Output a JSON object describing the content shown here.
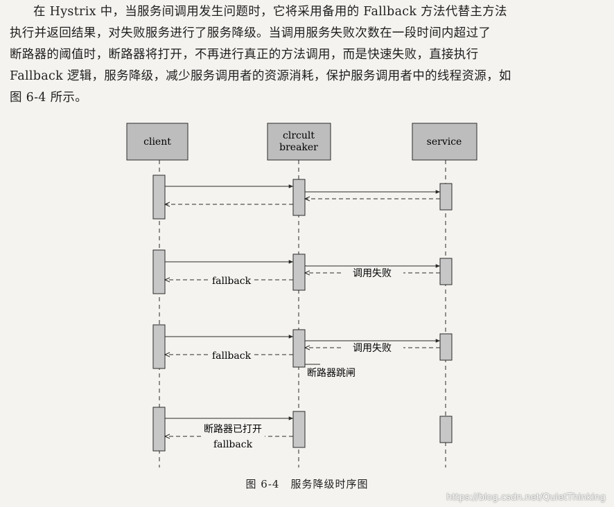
{
  "paragraph": {
    "lines": [
      "在 Hystrix 中，当服务间调用发生问题时，它将采用备用的 Fallback 方法代替主方法",
      "执行并返回结果，对失败服务进行了服务降级。当调用服务失败次数在一段时间内超过了",
      "断路器的阈值时，断路器将打开，不再进行真正的方法调用，而是快速失败，直接执行",
      "Fallback 逻辑，服务降级，减少服务调用者的资源消耗，保护服务调用者中的线程资源，如",
      "图 6-4 所示。"
    ]
  },
  "diagram": {
    "participants": {
      "client": "client",
      "breaker_line1": "clrcult",
      "breaker_line2": "breaker",
      "service": "service"
    },
    "messages": {
      "fallback_1": "fallback",
      "call_failed_1": "调用失败",
      "fallback_2": "fallback",
      "call_failed_2": "调用失败",
      "breaker_trip": "断路器跳闸",
      "breaker_open": "断路器已打开",
      "fallback_3": "fallback"
    }
  },
  "caption": "图 6-4　服务降级时序图",
  "watermark": "https://blog.csdn.net/QuietThinking",
  "colors": {
    "box_fill": "#bdbdbd",
    "line": "#2a2a2a",
    "background": "#f4f3ef"
  }
}
